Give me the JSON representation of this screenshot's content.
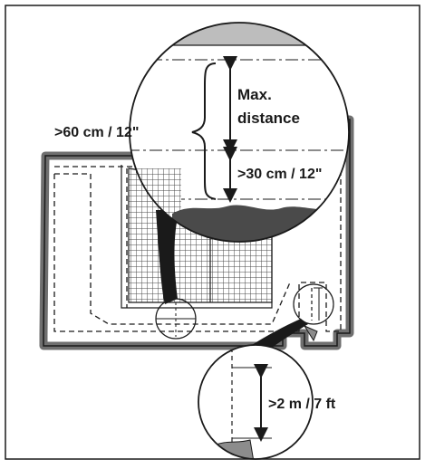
{
  "labels": {
    "max_distance_line1": "Max.",
    "max_distance_line2": "distance",
    "min_fence_distance": ">60 cm / 12\"",
    "min_wire_distance": ">30 cm / 12\"",
    "corridor_distance": ">2 m / 7 ft"
  },
  "colors": {
    "fence": "#6f6f6f",
    "ink": "#1a1a1a",
    "paper": "#ffffff",
    "grid_fill": "#bdbdbd"
  }
}
